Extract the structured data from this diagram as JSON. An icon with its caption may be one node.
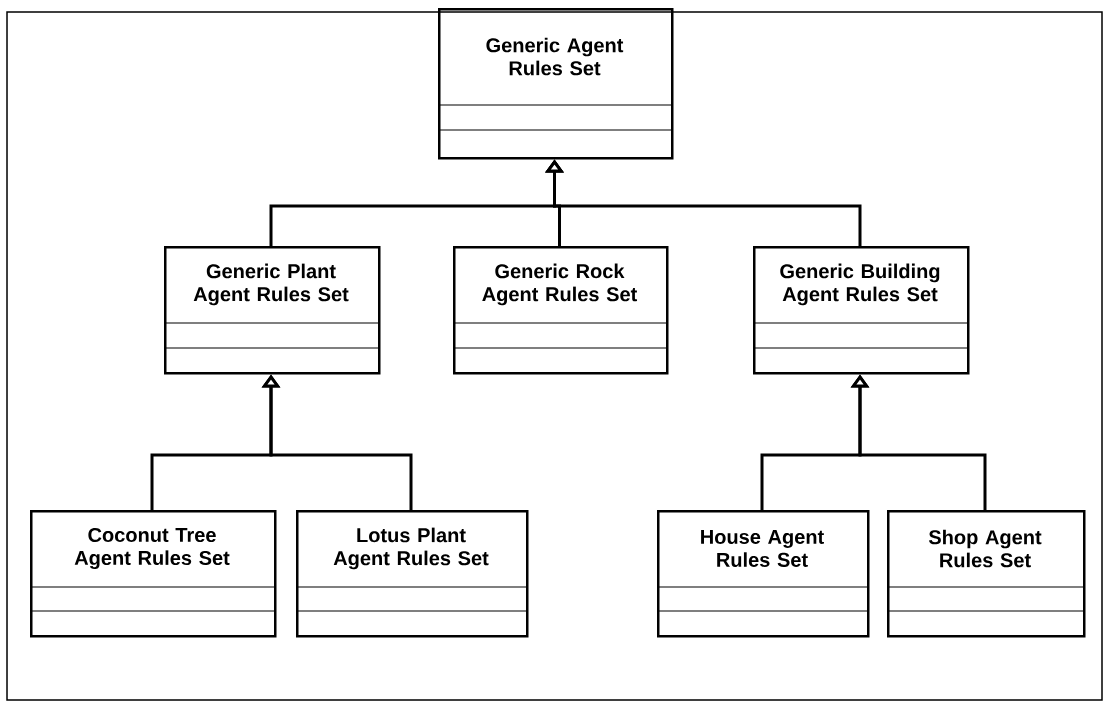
{
  "diagram": {
    "nodes": [
      {
        "text": [
          "Generic Agent Rules Set"
        ]
      },
      {
        "text": [
          "Generic Plant Agent Rules Set"
        ]
      },
      {
        "text": [
          "Generic Rock Agent Rules Set"
        ]
      },
      {
        "text": [
          "Generic Building Agent Rules Set"
        ]
      },
      {
        "text": [
          "Coconut Tree Agent Rules Set"
        ]
      },
      {
        "text": [
          "Lotus Plant Agent Rules Set"
        ]
      },
      {
        "text": [
          "House Agent Rules Set"
        ]
      },
      {
        "text": [
          "Shop Agent Rules Set"
        ]
      }
    ],
    "edges": [
      {
        "from": 1,
        "to": 0,
        "arrow": "to"
      },
      {
        "from": 2,
        "to": 0,
        "arrow": "to"
      },
      {
        "from": 3,
        "to": 0,
        "arrow": "to"
      },
      {
        "from": 4,
        "to": 1,
        "arrow": "to"
      },
      {
        "from": 5,
        "to": 1,
        "arrow": "to"
      },
      {
        "from": 6,
        "to": 3,
        "arrow": "to"
      },
      {
        "from": 7,
        "to": 3,
        "arrow": "to"
      }
    ]
  }
}
